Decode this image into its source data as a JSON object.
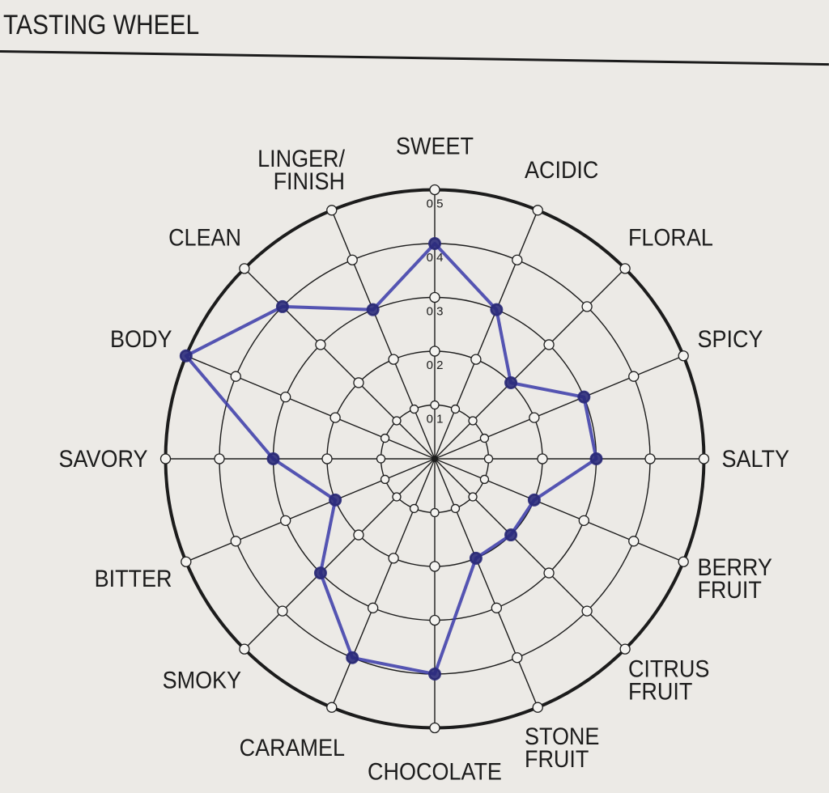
{
  "title": "TASTING WHEEL",
  "chart_data": {
    "type": "radar",
    "title": "TASTING WHEEL",
    "categories": [
      "SWEET",
      "ACIDIC",
      "FLORAL",
      "SPICY",
      "SALTY",
      "BERRY FRUIT",
      "CITRUS FRUIT",
      "STONE FRUIT",
      "CHOCOLATE",
      "CARAMEL",
      "SMOKY",
      "BITTER",
      "SAVORY",
      "BODY",
      "CLEAN",
      "LINGER/ FINISH"
    ],
    "category_lines": [
      [
        "SWEET"
      ],
      [
        "ACIDIC"
      ],
      [
        "FLORAL"
      ],
      [
        "SPICY"
      ],
      [
        "SALTY"
      ],
      [
        "BERRY",
        "FRUIT"
      ],
      [
        "CITRUS",
        "FRUIT"
      ],
      [
        "STONE",
        "FRUIT"
      ],
      [
        "CHOCOLATE"
      ],
      [
        "CARAMEL"
      ],
      [
        "SMOKY"
      ],
      [
        "BITTER"
      ],
      [
        "SAVORY"
      ],
      [
        "BODY"
      ],
      [
        "CLEAN"
      ],
      [
        "LINGER/",
        "FINISH"
      ]
    ],
    "values": [
      4,
      3,
      2,
      3,
      3,
      2,
      2,
      2,
      4,
      4,
      3,
      2,
      3,
      5,
      4,
      3
    ],
    "rlim": [
      0,
      5
    ],
    "tick_labels": [
      "0 1",
      "0 2",
      "0 3",
      "0 4",
      "0 5"
    ],
    "series_color": "#3a3aa8",
    "grid": true
  }
}
